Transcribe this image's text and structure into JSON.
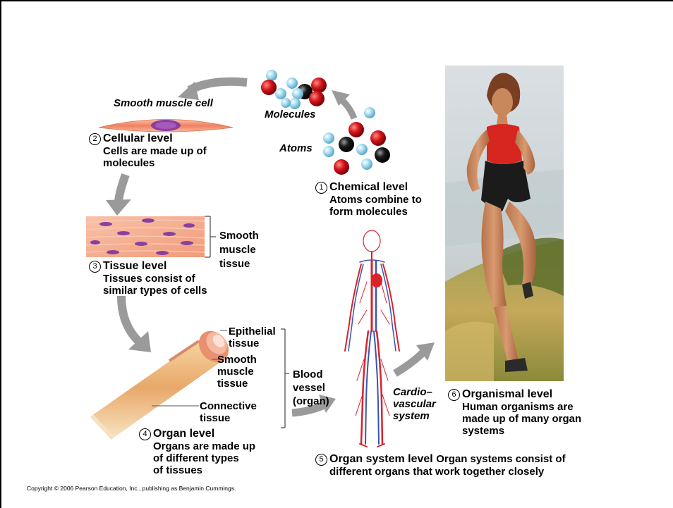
{
  "labels": {
    "smooth_muscle_cell": "Smooth muscle cell",
    "molecules": "Molecules",
    "atoms": "Atoms",
    "smooth_muscle_tissue": [
      "Smooth",
      "muscle",
      "tissue"
    ],
    "epithelial_tissue": [
      "Epithelial",
      "tissue"
    ],
    "organ_smooth_muscle_tissue": [
      "Smooth",
      "muscle",
      "tissue"
    ],
    "connective_tissue": [
      "Connective",
      "tissue"
    ],
    "blood_vessel": [
      "Blood",
      "vessel",
      "(organ)"
    ],
    "cardiovascular_system": [
      "Cardio–",
      "vascular",
      "system"
    ]
  },
  "levels": [
    {
      "num": "1",
      "title": "Chemical level",
      "desc": [
        "Atoms combine to",
        "form molecules"
      ]
    },
    {
      "num": "2",
      "title": "Cellular level",
      "desc": [
        "Cells are made up of",
        "molecules"
      ]
    },
    {
      "num": "3",
      "title": "Tissue level",
      "desc": [
        "Tissues consist of",
        "similar types of cells"
      ]
    },
    {
      "num": "4",
      "title": "Organ level",
      "desc": [
        "Organs are made up",
        "of different types",
        "of tissues"
      ]
    },
    {
      "num": "5",
      "title": "Organ system level",
      "desc_inline": "Organ systems consist of",
      "desc": [
        "different organs that work together closely"
      ]
    },
    {
      "num": "6",
      "title": "Organismal level",
      "desc": [
        "Human organisms are",
        "made up of many organ",
        "systems"
      ]
    }
  ],
  "copyright": "Copyright © 2006 Pearson Education, Inc., publishing as Benjamin Cummings.",
  "colors": {
    "arrow_gray": "#9a9a9a",
    "atom_red": "#c8101a",
    "atom_blue": "#9ad6ec",
    "atom_black": "#111111",
    "cell_pink": "#f08a6c",
    "nucleus_purple": "#8a3fa0",
    "artery_red": "#d9232b",
    "vein_blue": "#3a55b0"
  }
}
